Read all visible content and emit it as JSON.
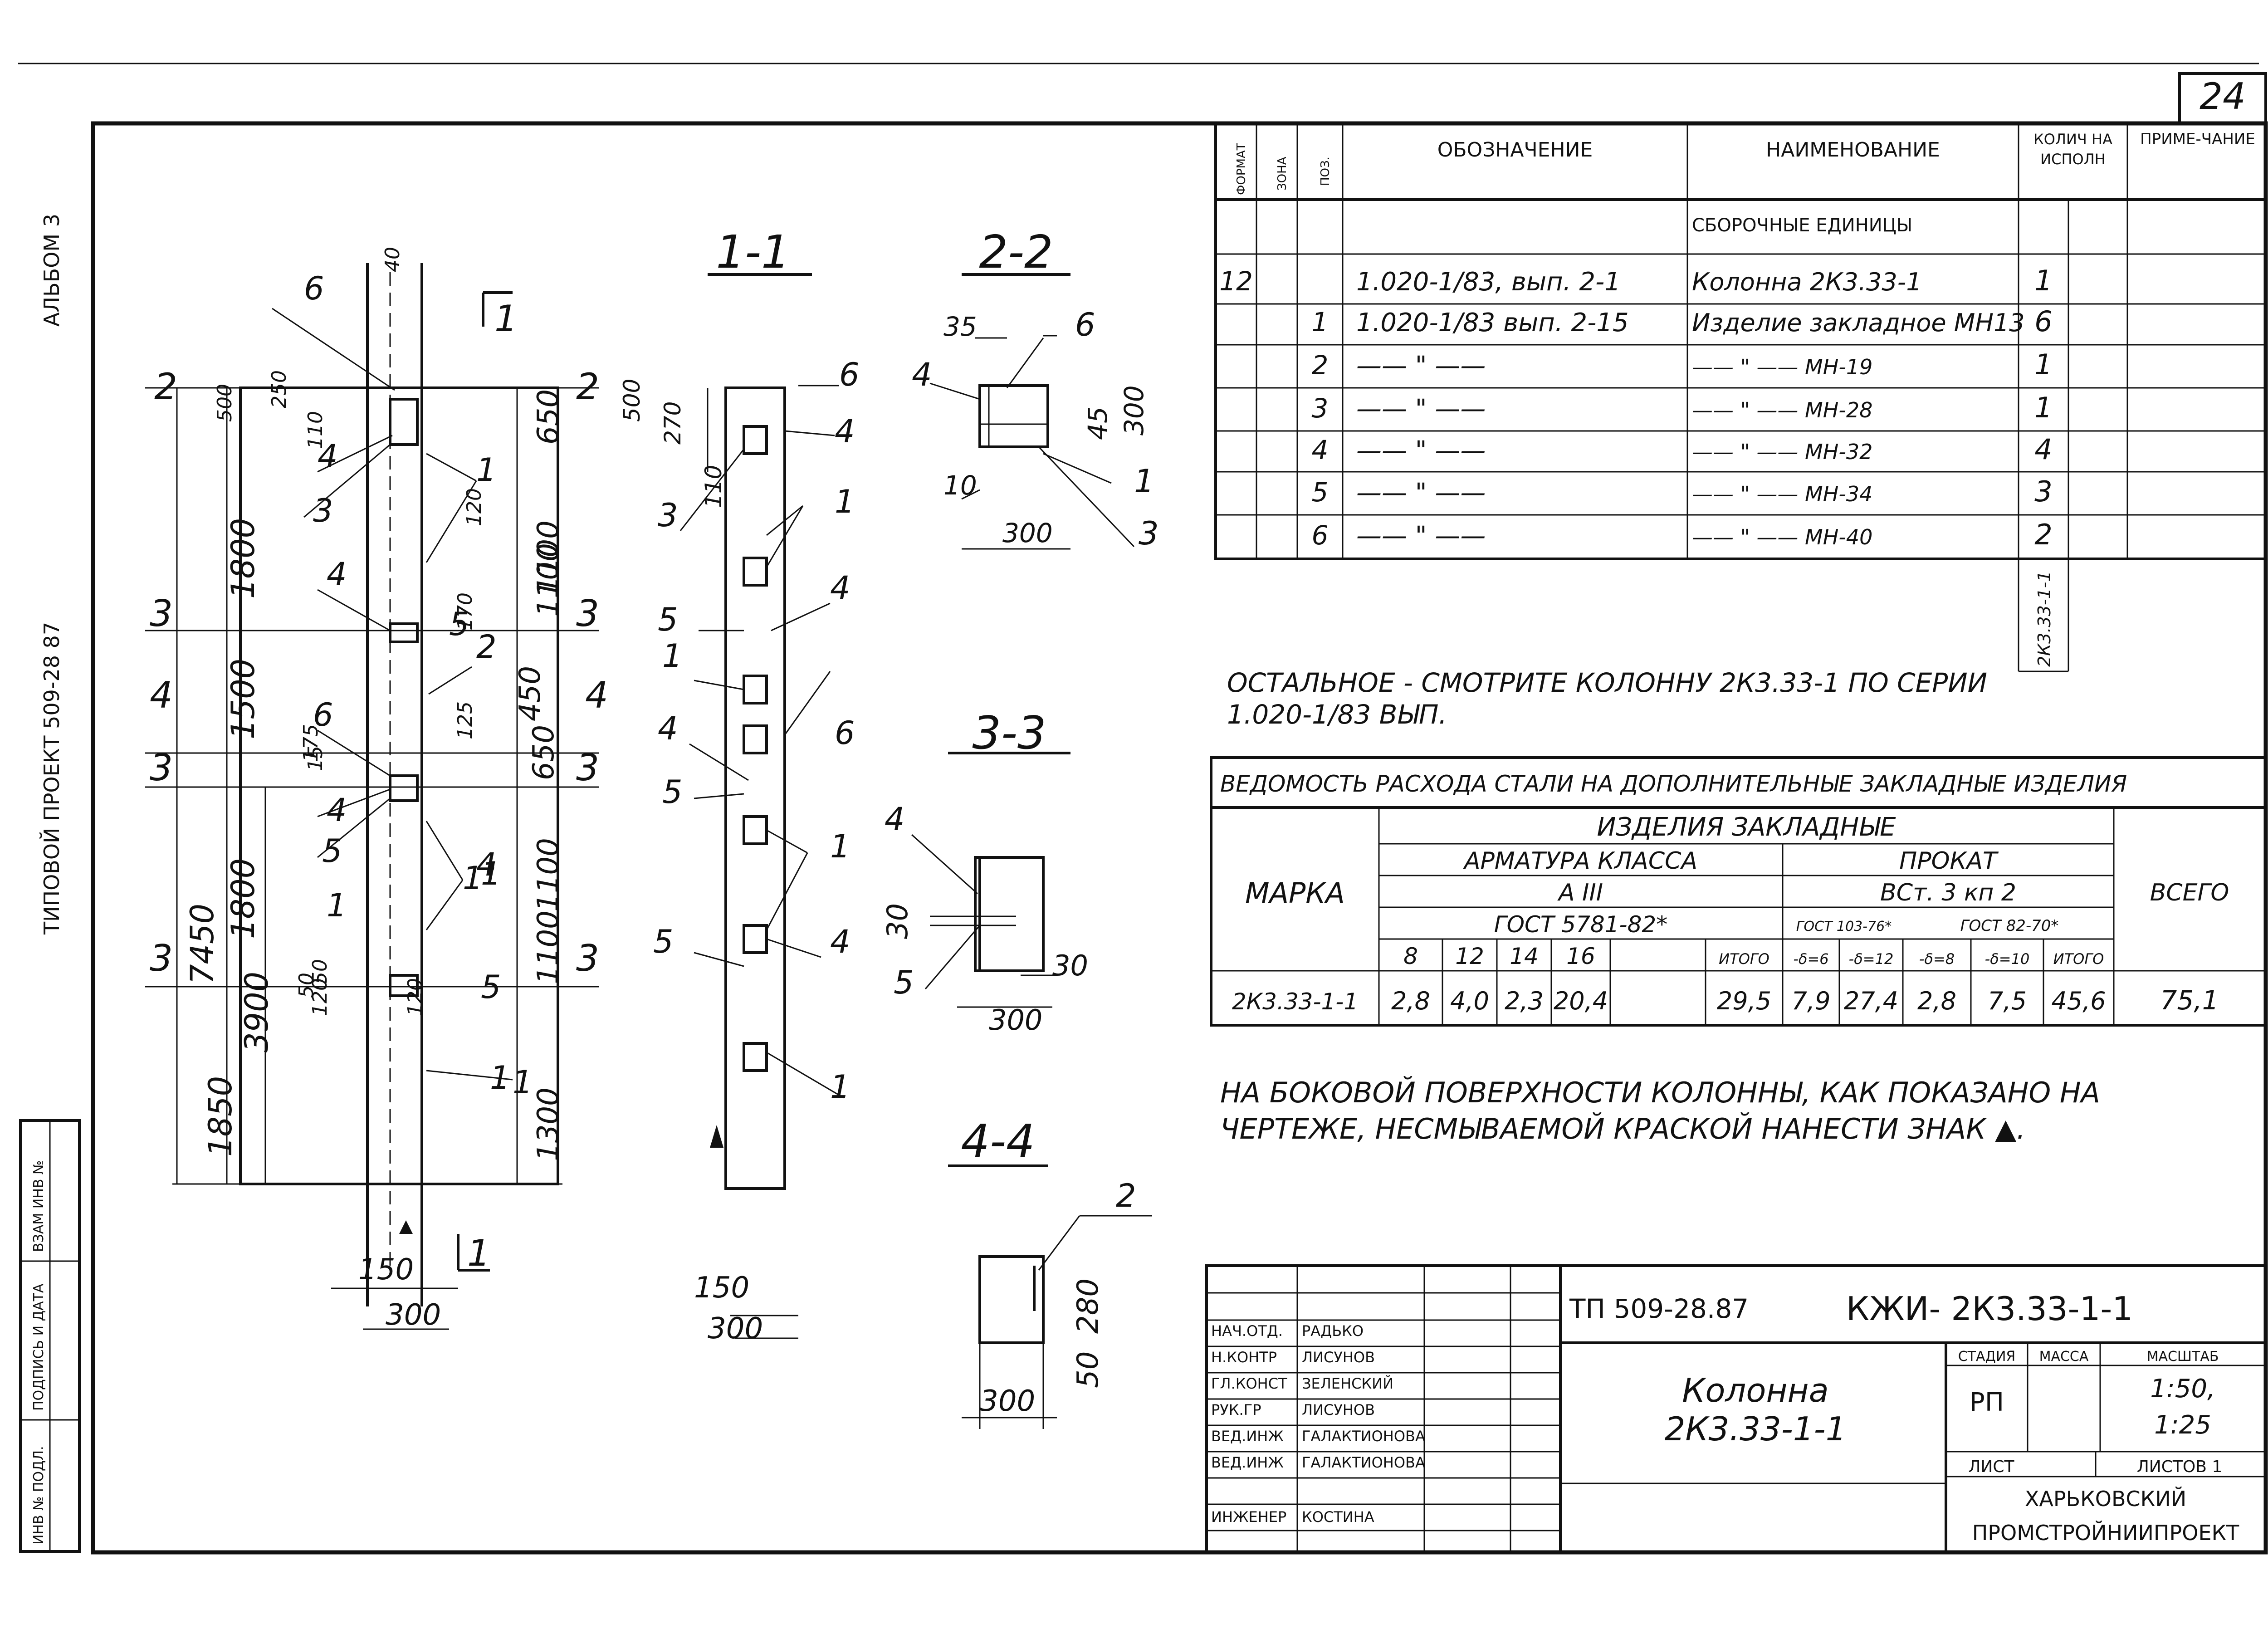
{
  "sheet": {
    "number": "24",
    "side_album": "АЛЬБОМ 3",
    "side_project": "ТИПОВОЙ ПРОЕКТ 509-28 87",
    "side_stamp": [
      "ИНВ № ПОДЛ.",
      "ПОДПИСЬ И ДАТА",
      "ВЗАМ ИНВ №"
    ]
  },
  "spec": {
    "headers": [
      "ФОРМАТ",
      "ЗОНА",
      "ПОЗ.",
      "ОБОЗНАЧЕНИЕ",
      "НАИМЕНОВАНИЕ",
      "КОЛИЧ НА ИСПОЛН",
      "ПРИМЕ-ЧАНИЕ"
    ],
    "section": "СБОРОЧНЫЕ ЕДИНИЦЫ",
    "rows": [
      {
        "format": "12",
        "pos": "",
        "designation": "1.020-1/83, вып. 2-1",
        "name": "Колонна 2К3.33-1",
        "qty": "1"
      },
      {
        "format": "",
        "pos": "1",
        "designation": "1.020-1/83 вып. 2-15",
        "name": "Изделие закладное МН13",
        "qty": "6"
      },
      {
        "format": "",
        "pos": "2",
        "designation": "—— \" ——",
        "name": "—— \" —— МН-19",
        "qty": "1"
      },
      {
        "format": "",
        "pos": "3",
        "designation": "—— \" ——",
        "name": "—— \" —— МН-28",
        "qty": "1"
      },
      {
        "format": "",
        "pos": "4",
        "designation": "—— \" ——",
        "name": "—— \" —— МН-32",
        "qty": "4"
      },
      {
        "format": "",
        "pos": "5",
        "designation": "—— \" ——",
        "name": "—— \" —— МН-34",
        "qty": "3"
      },
      {
        "format": "",
        "pos": "6",
        "designation": "—— \" ——",
        "name": "—— \" —— МН-40",
        "qty": "2"
      }
    ],
    "variant": "2К3.33-1-1"
  },
  "note1": [
    "ОСТАЛЬНОЕ - СМОТРИТЕ КОЛОННУ 2К3.33-1 ПО СЕРИИ",
    "1.020-1/83 ВЫП."
  ],
  "steel": {
    "title": "ВЕДОМОСТЬ РАСХОДА СТАЛИ НА ДОПОЛНИТЕЛЬНЫЕ ЗАКЛАДНЫЕ ИЗДЕЛИЯ",
    "col_mark": "МАРКА",
    "group": "ИЗДЕЛИЯ ЗАКЛАДНЫЕ",
    "rebar_class": "АРМАТУРА КЛАССА",
    "rebar_grade": "А III",
    "rebar_gost": "ГОСТ 5781-82*",
    "rolled": "ПРОКАТ",
    "rolled_grade": "ВСт. 3 кп 2",
    "gost1": "ГОСТ 103-76*",
    "gost2": "ГОСТ 82-70*",
    "total": "ВСЕГО",
    "subcols": [
      "8",
      "12",
      "14",
      "16",
      "",
      "ИТОГО",
      "-δ=6",
      "-δ=12",
      "-δ=8",
      "-δ=10",
      "ИТОГО"
    ],
    "row": {
      "mark": "2К3.33-1-1",
      "values": [
        "2,8",
        "4,0",
        "2,3",
        "20,4",
        "",
        "29,5",
        "7,9",
        "27,4",
        "2,8",
        "7,5",
        "45,6"
      ],
      "total": "75,1"
    }
  },
  "note2": [
    "НА БОКОВОЙ ПОВЕРХНОСТИ КОЛОННЫ, КАК ПОКАЗАНО НА",
    "ЧЕРТЕЖЕ, НЕСМЫВАЕМОЙ КРАСКОЙ НАНЕСТИ ЗНАК ▲."
  ],
  "sections": {
    "s11": "1-1",
    "s22": "2-2",
    "s33": "3-3",
    "s44": "4-4",
    "mark1": "1"
  },
  "title_block": {
    "project": "ТП 509-28.87",
    "code": "КЖИ- 2К3.33-1-1",
    "name": [
      "Колонна",
      "2К3.33-1-1"
    ],
    "stage_h": "СТАДИЯ",
    "mass_h": "МАССА",
    "scale_h": "МАСШТАБ",
    "stage": "РП",
    "scale": [
      "1:50,",
      "1:25"
    ],
    "sheet_h": "ЛИСТ",
    "sheets_h": "ЛИСТОВ 1",
    "org": [
      "ХАРЬКОВСКИЙ",
      "ПРОМСТРОЙНИИПРОЕКТ"
    ],
    "people": [
      {
        "role": "НАЧ.ОТД.",
        "name": "РАДЬКО"
      },
      {
        "role": "Н.КОНТР",
        "name": "ЛИСУНОВ"
      },
      {
        "role": "ГЛ.КОНСТ",
        "name": "ЗЕЛЕНСКИЙ"
      },
      {
        "role": "РУК.ГР",
        "name": "ЛИСУНОВ"
      },
      {
        "role": "ВЕД.ИНЖ",
        "name": "ГАЛАКТИОНОВА"
      },
      {
        "role": "ВЕД.ИНЖ",
        "name": "ГАЛАКТИОНОВА"
      },
      {
        "role": "ИНЖЕНЕР",
        "name": "КОСТИНА"
      }
    ]
  },
  "elevation": {
    "dims_left": [
      "7450",
      "1800",
      "1500",
      "1800",
      "3900",
      "1850"
    ],
    "dims_right": [
      "650",
      "1100",
      "1100",
      "450",
      "650",
      "1100",
      "1100",
      "1300"
    ],
    "small_dims": [
      "500",
      "250",
      "110",
      "120",
      "170",
      "175",
      "125",
      "15",
      "50",
      "120",
      "120",
      "50",
      "40"
    ],
    "bottom": [
      "150",
      "300"
    ],
    "section_marks": [
      "2",
      "3",
      "4",
      "3",
      "3",
      "2",
      "3",
      "4",
      "3",
      "3"
    ],
    "callouts": [
      "6",
      "4",
      "3",
      "1",
      "4",
      "5",
      "6",
      "2",
      "4",
      "5",
      "4",
      "1",
      "1",
      "1",
      "5",
      "1",
      "1"
    ]
  },
  "section11": {
    "dims": [
      "500",
      "270",
      "110",
      "150",
      "300"
    ],
    "callouts": [
      "6",
      "4",
      "1",
      "3",
      "5",
      "4",
      "1",
      "4",
      "6",
      "5",
      "1",
      "4",
      "5",
      "1"
    ]
  },
  "section22": {
    "dims": [
      "35",
      "10",
      "300",
      "300",
      "45"
    ],
    "callouts": [
      "6",
      "4",
      "1",
      "3"
    ]
  },
  "section33": {
    "dims": [
      "30",
      "30",
      "300"
    ],
    "callouts": [
      "4",
      "5"
    ]
  },
  "section44": {
    "dims": [
      "280",
      "50",
      "300"
    ],
    "callouts": [
      "2"
    ]
  }
}
